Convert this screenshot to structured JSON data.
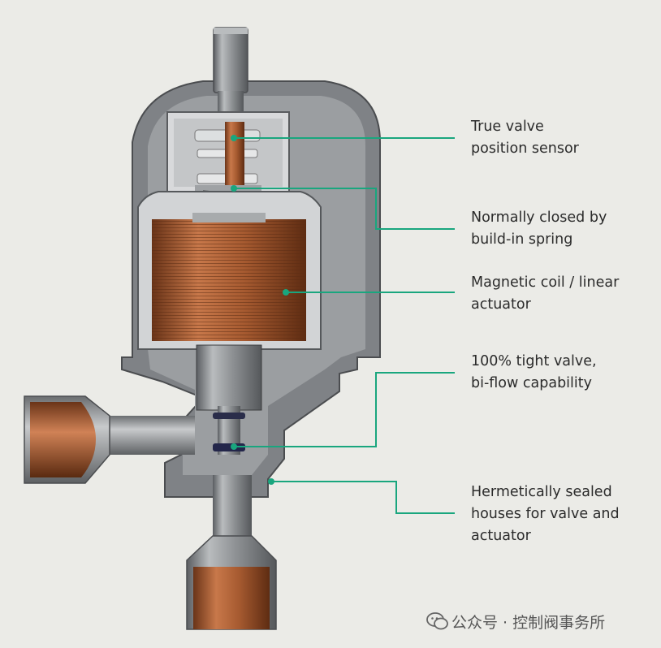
{
  "labels": {
    "sensor": [
      "True valve",
      "position sensor"
    ],
    "spring": [
      "Normally closed by",
      "build-in spring"
    ],
    "coil": [
      "Magnetic coil / linear",
      "actuator"
    ],
    "tight": [
      "100% tight valve,",
      "bi-flow capability"
    ],
    "housing": [
      "Hermetically sealed",
      "houses for valve and",
      "actuator"
    ]
  },
  "watermark": {
    "text": "公众号 · 控制阀事务所",
    "icon": "wechat-icon"
  },
  "colors": {
    "leader": "#19a67e",
    "copper": "#b8643a",
    "steel": "#8d9093",
    "background": "#ebebe7"
  }
}
